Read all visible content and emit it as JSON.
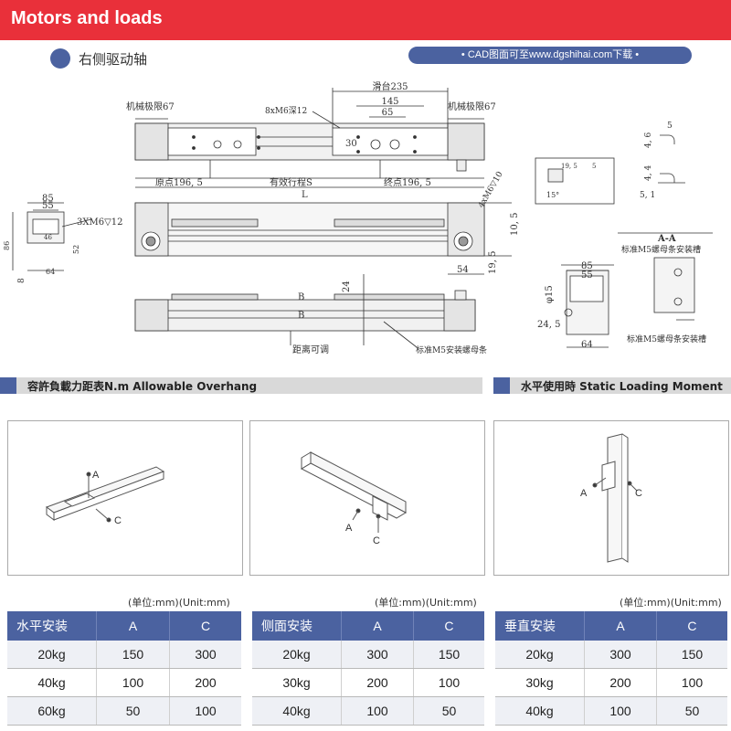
{
  "header": {
    "title": "Motors and loads",
    "color": "#e9303a"
  },
  "subheader": {
    "label": "右侧驱动轴",
    "cad_note": "• CAD图面可至www.dgshihai.com下载 •",
    "accent": "#4b62a0"
  },
  "drawing": {
    "labels": {
      "slide": "滑台235",
      "d145": "145",
      "d65": "65",
      "d30": "30",
      "holes": "8xM6深12",
      "mech_left": "机械极限67",
      "mech_right": "机械极限67",
      "origin": "原点196, 5",
      "stroke": "有效行程S",
      "end": "终点196, 5",
      "L": "L",
      "w85": "85",
      "w55": "55",
      "h86": "86",
      "d46": "46",
      "d52": "52",
      "d64": "64",
      "d8": "8",
      "left_holes": "3XM6▽12",
      "right_holes": "4xM6▽10",
      "d105": "10, 5",
      "d195": "19, 5",
      "d54": "54",
      "d24": "24",
      "B1": "B",
      "B2": "B",
      "dist": "距离可调",
      "nut_bottom": "标准M5安装螺母条",
      "d46b": "4, 6",
      "d5a": "5",
      "d44": "4, 4",
      "d51": "5, 1",
      "d5b": "5",
      "d195b": "19, 5",
      "d5c": "5",
      "d15deg": "15°",
      "r85": "85",
      "r55": "55",
      "phi15": "φ15",
      "d245": "24, 5",
      "r64": "64",
      "AA": "A-A",
      "nut_r1": "标准M5螺母条安装槽",
      "nut_r2": "标准M5螺母条安装槽",
      "A1": "A",
      "A2": "A"
    }
  },
  "sections": {
    "overhang": "容許負載力距表N.m   Allowable Overhang",
    "static": "水平使用時   Static Loading Moment"
  },
  "panels": [
    {
      "a": "A",
      "c": "C"
    },
    {
      "a": "A",
      "c": "C"
    },
    {
      "a": "A",
      "c": "C"
    }
  ],
  "tables": [
    {
      "unit": "(单位:mm)(Unit:mm)",
      "headers": [
        "水平安装",
        "A",
        "C"
      ],
      "rows": [
        [
          "20kg",
          "150",
          "300"
        ],
        [
          "40kg",
          "100",
          "200"
        ],
        [
          "60kg",
          "50",
          "100"
        ]
      ]
    },
    {
      "unit": "(单位:mm)(Unit:mm)",
      "headers": [
        "侧面安装",
        "A",
        "C"
      ],
      "rows": [
        [
          "20kg",
          "300",
          "150"
        ],
        [
          "30kg",
          "200",
          "100"
        ],
        [
          "40kg",
          "100",
          "50"
        ]
      ]
    },
    {
      "unit": "(单位:mm)(Unit:mm)",
      "headers": [
        "垂直安装",
        "A",
        "C"
      ],
      "rows": [
        [
          "20kg",
          "300",
          "150"
        ],
        [
          "30kg",
          "200",
          "100"
        ],
        [
          "40kg",
          "100",
          "50"
        ]
      ]
    }
  ]
}
